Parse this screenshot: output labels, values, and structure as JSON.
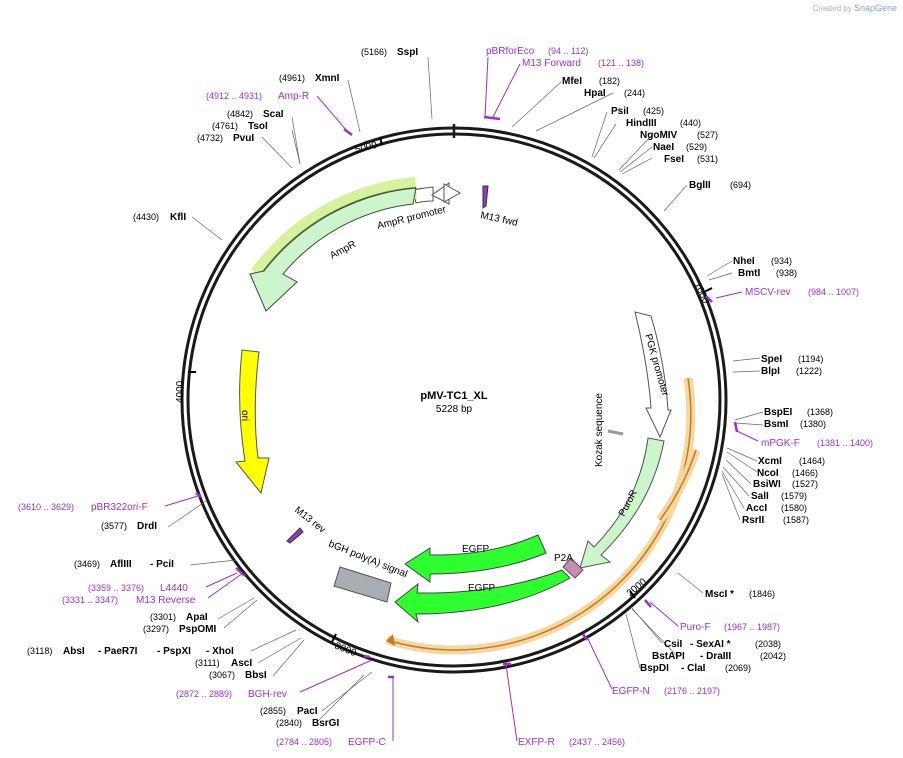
{
  "watermark": {
    "created_by": "Created by",
    "brand": "SnapGene"
  },
  "plasmid": {
    "name": "pMV-TC1_XL",
    "size": "5228 bp",
    "length": 5228
  },
  "ticks": [
    "1000",
    "2000",
    "3000",
    "4000",
    "5000"
  ],
  "features": [
    {
      "name": "AmpR promoter",
      "color": "#ffffff"
    },
    {
      "name": "AmpR",
      "color": "#ccf5cc"
    },
    {
      "name": "ori",
      "color": "#ffff00"
    },
    {
      "name": "PGK promoter",
      "color": "#ffffff"
    },
    {
      "name": "PuroR",
      "color": "#ccf5cc"
    },
    {
      "name": "EGFP",
      "color": "#2eff2e"
    },
    {
      "name": "P2A",
      "color": "#c98bb0"
    },
    {
      "name": "bGH poly(A) signal",
      "color": "#a8aeb4"
    },
    {
      "name": "Kozak sequence",
      "color": "#999999"
    },
    {
      "name": "M13 fwd",
      "color": "#8e3bc8"
    },
    {
      "name": "M13 rev",
      "color": "#8e3bc8"
    }
  ],
  "enzymes": [
    {
      "name": "SspI",
      "pos": "(5166)"
    },
    {
      "name": "XmnI",
      "pos": "(4961)"
    },
    {
      "name": "ScaI",
      "pos": "(4842)"
    },
    {
      "name": "TsoI",
      "pos": "(4761)"
    },
    {
      "name": "PvuI",
      "pos": "(4732)"
    },
    {
      "name": "KflI",
      "pos": "(4430)"
    },
    {
      "name": "MfeI",
      "pos": "(182)"
    },
    {
      "name": "HpaI",
      "pos": "(244)"
    },
    {
      "name": "PsiI",
      "pos": "(425)"
    },
    {
      "name": "HindIII",
      "pos": "(440)"
    },
    {
      "name": "NgoMIV",
      "pos": "(527)"
    },
    {
      "name": "NaeI",
      "pos": "(529)"
    },
    {
      "name": "FseI",
      "pos": "(531)"
    },
    {
      "name": "BglII",
      "pos": "(694)"
    },
    {
      "name": "NheI",
      "pos": "(934)"
    },
    {
      "name": "BmtI",
      "pos": "(938)"
    },
    {
      "name": "SpeI",
      "pos": "(1194)"
    },
    {
      "name": "BlpI",
      "pos": "(1222)"
    },
    {
      "name": "BspEI",
      "pos": "(1368)"
    },
    {
      "name": "BsmI",
      "pos": "(1380)"
    },
    {
      "name": "XcmI",
      "pos": "(1464)"
    },
    {
      "name": "NcoI",
      "pos": "(1466)"
    },
    {
      "name": "BsiWI",
      "pos": "(1527)"
    },
    {
      "name": "SalI",
      "pos": "(1579)"
    },
    {
      "name": "AccI",
      "pos": "(1580)"
    },
    {
      "name": "RsrII",
      "pos": "(1587)"
    },
    {
      "name": "MscI *",
      "pos": "(1846)"
    },
    {
      "name": "CsiI",
      "pos": ""
    },
    {
      "name": "- SexAI *",
      "pos": "(2038)"
    },
    {
      "name": "BstAPI",
      "pos": ""
    },
    {
      "name": "- DraIII",
      "pos": "(2042)"
    },
    {
      "name": "BspDI",
      "pos": ""
    },
    {
      "name": "- ClaI",
      "pos": "(2069)"
    },
    {
      "name": "PacI",
      "pos": "(2855)"
    },
    {
      "name": "BsrGI",
      "pos": "(2840)"
    },
    {
      "name": "BbsI",
      "pos": "(3067)"
    },
    {
      "name": "AscI",
      "pos": "(3111)"
    },
    {
      "name": "AbsI",
      "pos": "(3118)"
    },
    {
      "name": "- PaeR7I",
      "pos": ""
    },
    {
      "name": "- PspXI",
      "pos": ""
    },
    {
      "name": "- XhoI",
      "pos": ""
    },
    {
      "name": "PspOMI",
      "pos": "(3297)"
    },
    {
      "name": "ApaI",
      "pos": "(3301)"
    },
    {
      "name": "AflIII",
      "pos": "(3469)"
    },
    {
      "name": "- PciI",
      "pos": ""
    },
    {
      "name": "DrdI",
      "pos": "(3577)"
    }
  ],
  "primers": [
    {
      "name": "pBRforEco",
      "range": "(94 .. 112)"
    },
    {
      "name": "M13 Forward",
      "range": "(121 .. 138)"
    },
    {
      "name": "Amp-R",
      "range": "(4912 .. 4931)"
    },
    {
      "name": "MSCV-rev",
      "range": "(984 .. 1007)"
    },
    {
      "name": "mPGK-F",
      "range": "(1381 .. 1400)"
    },
    {
      "name": "Puro-F",
      "range": "(1967 .. 1987)"
    },
    {
      "name": "EGFP-N",
      "range": "(2176 .. 2197)"
    },
    {
      "name": "EXFP-R",
      "range": "(2437 .. 2456)"
    },
    {
      "name": "EGFP-C",
      "range": "(2784 .. 2805)"
    },
    {
      "name": "BGH-rev",
      "range": "(2872 .. 2889)"
    },
    {
      "name": "M13 Reverse",
      "range": "(3331 .. 3347)"
    },
    {
      "name": "L4440",
      "range": "(3359 .. 3376)"
    },
    {
      "name": "pBR322ori-F",
      "range": "(3610 .. 3629)"
    }
  ],
  "colors": {
    "primer": "#9b30d0",
    "backbone": "#1a1a1a",
    "orf_highlight": "#f5d7a0",
    "orf_line": "#c87a1e"
  }
}
